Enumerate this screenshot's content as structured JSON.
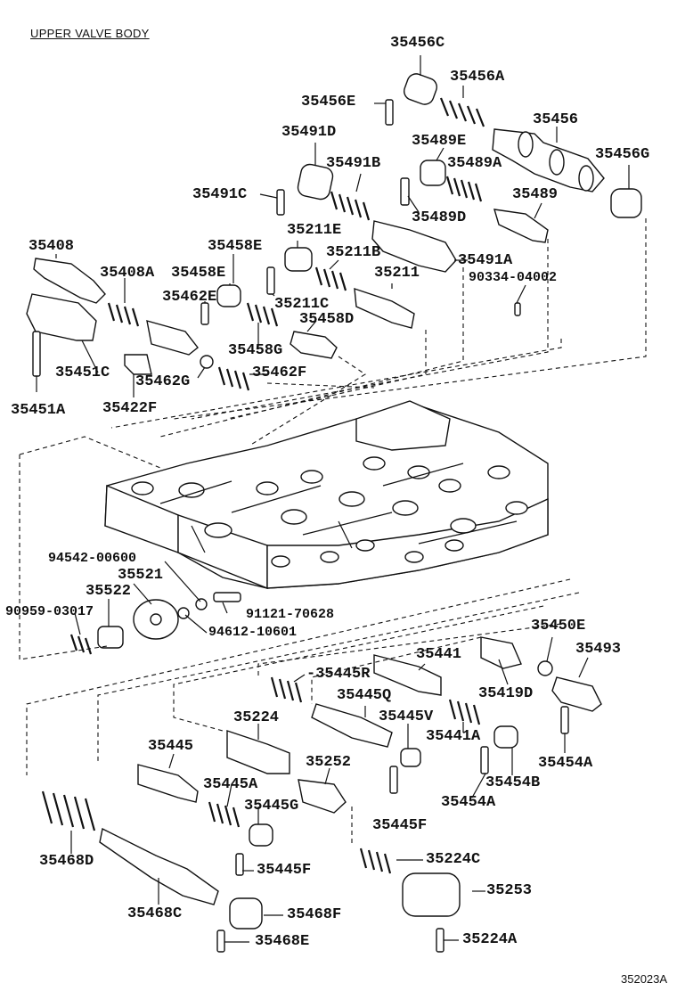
{
  "title": "UPPER VALVE BODY",
  "diagram_code": "352023A",
  "labels": {
    "p35456C": "35456C",
    "p35456A": "35456A",
    "p35456E": "35456E",
    "p35456": "35456",
    "p35491D": "35491D",
    "p35489E": "35489E",
    "p35456G": "35456G",
    "p35491B": "35491B",
    "p35489A": "35489A",
    "p35491C": "35491C",
    "p35489": "35489",
    "p35489D": "35489D",
    "p35211E": "35211E",
    "p35408": "35408",
    "p35458E_top": "35458E",
    "p35211B": "35211B",
    "p35491A": "35491A",
    "p35408A": "35408A",
    "p35458E": "35458E",
    "p35211": "35211",
    "p90334": "90334-04002",
    "p35462E": "35462E",
    "p35211C": "35211C",
    "p35458D": "35458D",
    "p35458G": "35458G",
    "p35451C": "35451C",
    "p35462F": "35462F",
    "p35462G": "35462G",
    "p35451A": "35451A",
    "p35422F": "35422F",
    "p94542": "94542-00600",
    "p35521": "35521",
    "p35522": "35522",
    "p90959": "90959-03017",
    "p91121": "91121-70628",
    "p94612": "94612-10601",
    "p35450E": "35450E",
    "p35493": "35493",
    "p35445R": "-35445R",
    "p35441": "35441",
    "p35419D": "35419D",
    "p35445Q": "35445Q",
    "p35224": "35224",
    "p35445V": "35445V",
    "p35441A": "35441A",
    "p35445": "35445",
    "p35454A_r": "35454A",
    "p35252": "35252",
    "p35454B": "35454B",
    "p35445A": "35445A",
    "p35454A": "35454A",
    "p35445G": "35445G",
    "p35468D": "35468D",
    "p35445F_r": "35445F",
    "p35224C": "35224C",
    "p35445F": "35445F",
    "p35253": "35253",
    "p35468C": "35468C",
    "p35468F": "35468F",
    "p35468E": "35468E",
    "p35224A": "35224A"
  }
}
